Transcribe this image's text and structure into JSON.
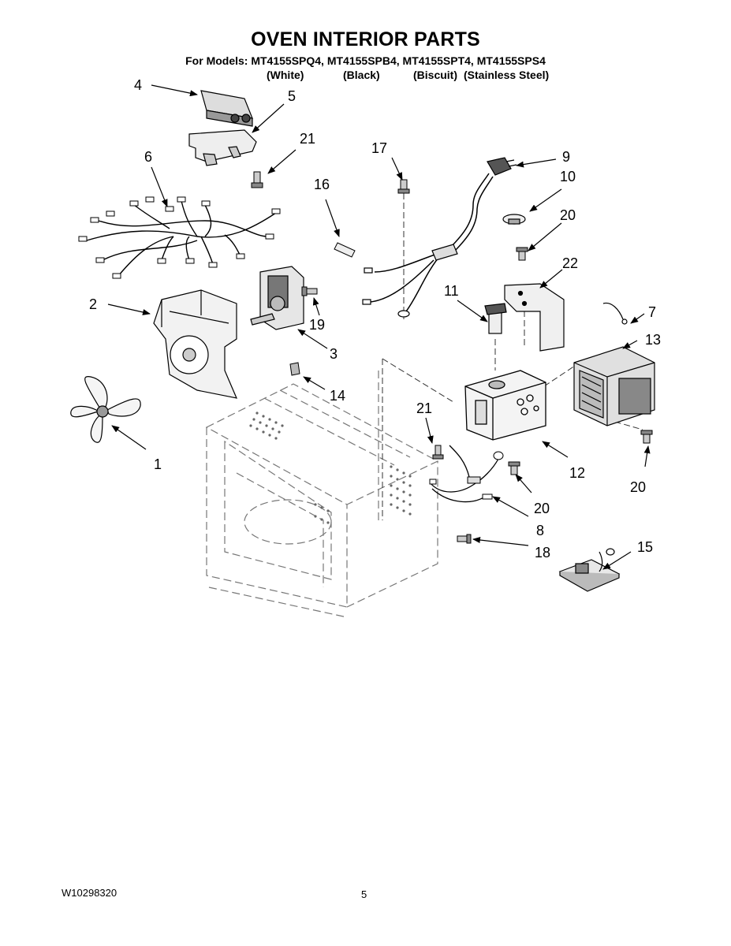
{
  "header": {
    "title": "OVEN INTERIOR PARTS",
    "models": "For Models: MT4155SPQ4, MT4155SPB4, MT4155SPT4, MT4155SPS4",
    "colors": [
      "(White)",
      "(Black)",
      "(Biscuit)",
      "(Stainless Steel)"
    ]
  },
  "callouts": [
    "4",
    "5",
    "21",
    "6",
    "17",
    "9",
    "16",
    "10",
    "20",
    "22",
    "2",
    "11",
    "7",
    "19",
    "13",
    "3",
    "14",
    "21",
    "1",
    "12",
    "20",
    "20",
    "8",
    "18",
    "15"
  ],
  "footer": {
    "doc_number": "W10298320",
    "page_number": "5"
  }
}
